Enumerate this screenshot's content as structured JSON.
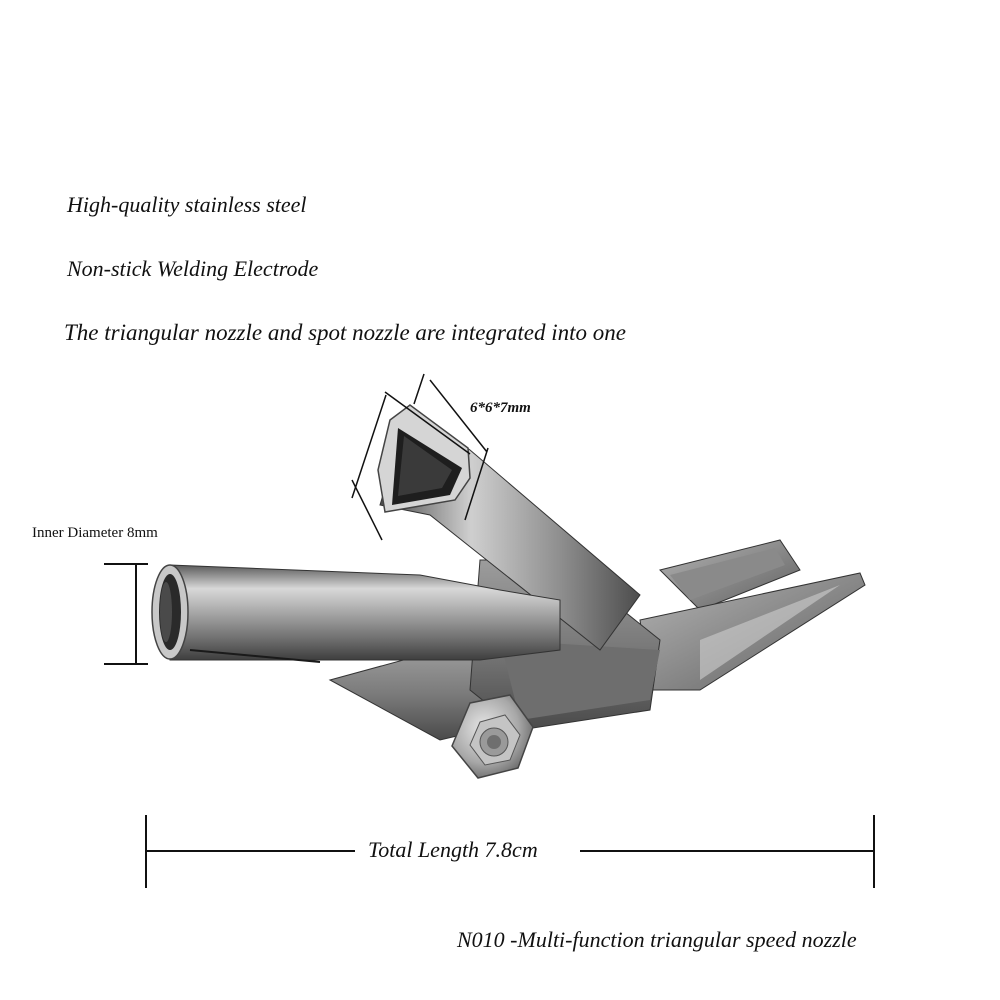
{
  "features": [
    "High-quality stainless steel",
    "Non-stick Welding Electrode",
    "The triangular nozzle and spot nozzle are integrated into one"
  ],
  "dimensions": {
    "inner_diameter": "Inner Diameter 8mm",
    "triangle_size": "6*6*7mm",
    "total_length": "Total Length 7.8cm"
  },
  "caption": "N010 -Multi-function triangular speed nozzle",
  "colors": {
    "background": "#ffffff",
    "steel_light": "#c9c9c9",
    "steel_mid": "#8a8a8a",
    "steel_dark": "#3a3a3a",
    "text": "#111111"
  }
}
